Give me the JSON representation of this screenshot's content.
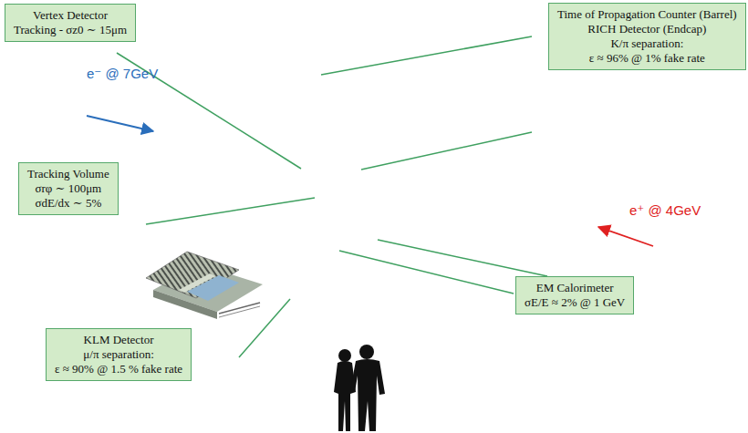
{
  "diagram": {
    "nodes": [
      {
        "text": [
          "Vertex Detector",
          "Tracking - σz0 ∼ 15μm"
        ]
      },
      {
        "text": [
          "Time of Propagation Counter (Barrel)",
          "RICH Detector (Endcap)",
          "K/π separation:",
          "ε ≈ 96% @ 1% fake rate"
        ]
      },
      {
        "text": [
          "Tracking Volume",
          "σrφ ∼ 100μm",
          "σdE/dx ∼ 5%"
        ]
      },
      {
        "text": [
          "EM Calorimeter",
          "σE/E ≈ 2% @ 1 GeV"
        ]
      },
      {
        "text": [
          "KLM Detector",
          "μ/π separation:",
          "ε ≈ 90% @ 1.5 % fake rate"
        ]
      }
    ],
    "labels": [
      "e⁻ @ 7GeV",
      "e⁺ @ 4GeV"
    ]
  }
}
